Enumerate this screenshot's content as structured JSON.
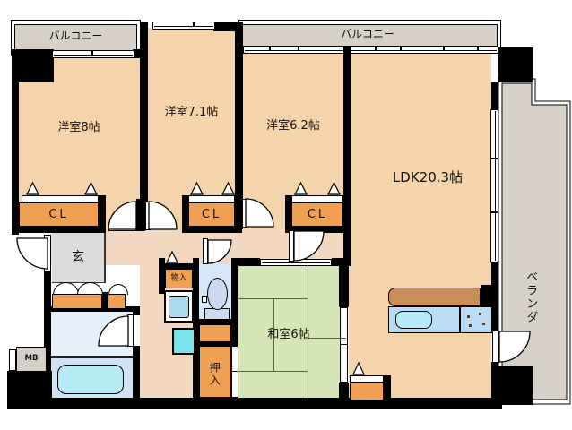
{
  "plan": {
    "balcony_top_left": "バルコニー",
    "balcony_top_right": "バルコニー",
    "veranda": "ベランダ",
    "rooms": {
      "west8": "洋室8帖",
      "west7_1": "洋室7.1帖",
      "west6_2": "洋室6.2帖",
      "ldk": "LDK20.3帖",
      "washitsu": "和室6帖",
      "genkan": "玄"
    },
    "storage": {
      "cl_west8": "CL",
      "cl_west7_1": "CL",
      "cl_west6_2": "CL",
      "oshiire": "押入",
      "monoire": "物入",
      "meter_box": "MB"
    },
    "colors": {
      "wall": "#000000",
      "room_floor": "#f5d3ab",
      "hall_floor": "#f2d8c0",
      "tatami": "#d6e5b7",
      "closet_orange": "#f0a052",
      "balcony_gray": "#d6d0c8",
      "genkan_gray": "#dcdcdc",
      "counter_blue": "#bcdcf6",
      "tub_cyan": "#b4ebf4",
      "countertop_brown": "#c88d58"
    }
  }
}
